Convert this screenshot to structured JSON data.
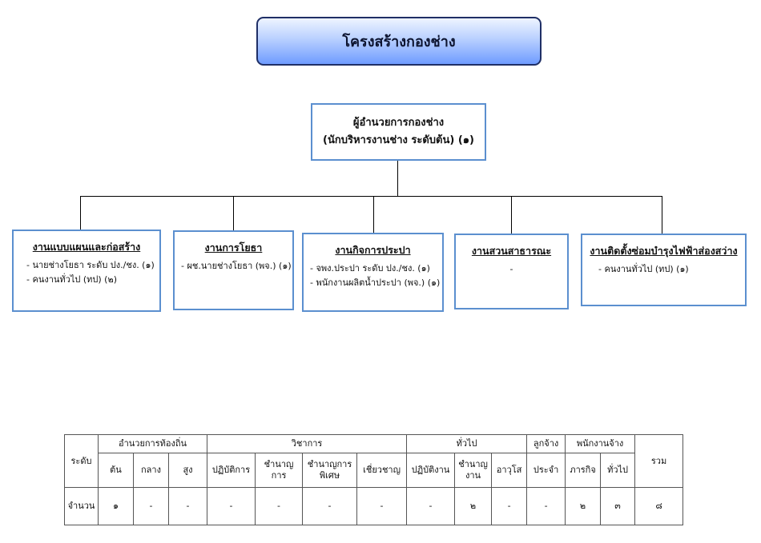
{
  "title": "โครงสร้างกองช่าง",
  "head": {
    "line1": "ผู้อำนวยการกองช่าง",
    "line2": "(นักบริหารงานช่าง ระดับต้น) (๑)"
  },
  "units": [
    {
      "title": "งานแบบแผนและก่อสร้าง",
      "items": [
        "- นายช่างโยธา ระดับ ปง./ชง. (๑)",
        "- คนงานทั่วไป (ทป) (๒)"
      ]
    },
    {
      "title": "งานการโยธา",
      "items": [
        "- ผช.นายช่างโยธา (พจ.) (๑)"
      ]
    },
    {
      "title": "งานกิจการประปา",
      "items": [
        "- จพง.ประปา ระดับ ปง./ชง. (๑)",
        "- พนักงานผลิตน้ำประปา (พจ.) (๑)"
      ]
    },
    {
      "title": "งานสวนสาธารณะ",
      "items": [
        "-"
      ]
    },
    {
      "title": "งานติดตั้งซ่อมบำรุงไฟฟ้าส่องสว่าง",
      "items": [
        "- คนงานทั่วไป (ทป) (๑)"
      ]
    }
  ],
  "table": {
    "level_label": "ระดับ",
    "groups": {
      "local_director": "อำนวยการท้องถิ่น",
      "academic": "วิชาการ",
      "general": "ทั่วไป",
      "regular_worker": "ลูกจ้าง",
      "contract_staff": "พนักงานจ้าง",
      "total": "รวม"
    },
    "sub": {
      "start": "ต้น",
      "middle": "กลาง",
      "high": "สูง",
      "practitioner": "ปฏิบัติการ",
      "professional": "ชำนาญ การ",
      "senior_professional": "ชำนาญการ พิเศษ",
      "expert": "เชี่ยวชาญ",
      "operational": "ปฏิบัติงาน",
      "experienced": "ชำนาญ งาน",
      "senior": "อาวุโส",
      "permanent": "ประจำ",
      "mission": "ภารกิจ",
      "general_contract": "ทั่วไป"
    },
    "count_label": "จำนวน",
    "counts": [
      "๑",
      "-",
      "-",
      "-",
      "-",
      "-",
      "-",
      "-",
      "๒",
      "-",
      "-",
      "๒",
      "๓",
      "๘"
    ]
  }
}
